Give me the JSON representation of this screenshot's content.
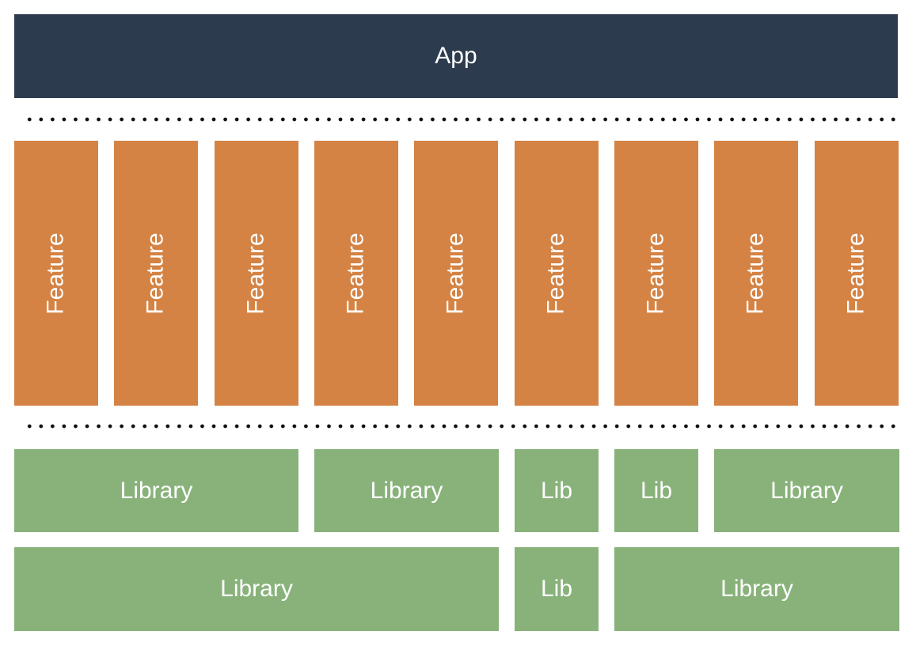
{
  "app": {
    "label": "App"
  },
  "features": [
    {
      "label": "Feature"
    },
    {
      "label": "Feature"
    },
    {
      "label": "Feature"
    },
    {
      "label": "Feature"
    },
    {
      "label": "Feature"
    },
    {
      "label": "Feature"
    },
    {
      "label": "Feature"
    },
    {
      "label": "Feature"
    },
    {
      "label": "Feature"
    }
  ],
  "libraries_row1": [
    {
      "label": "Library"
    },
    {
      "label": "Library"
    },
    {
      "label": "Lib"
    },
    {
      "label": "Lib"
    },
    {
      "label": "Library"
    }
  ],
  "libraries_row2": [
    {
      "label": "Library"
    },
    {
      "label": "Lib"
    },
    {
      "label": "Library"
    }
  ],
  "colors": {
    "app": "#2d3b4e",
    "feature": "#d48344",
    "library": "#88b27a"
  }
}
